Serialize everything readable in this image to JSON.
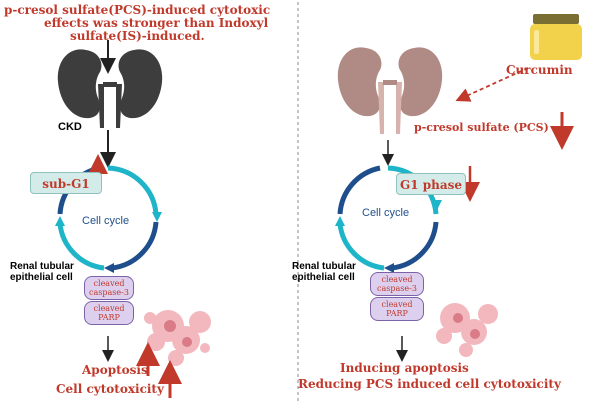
{
  "left": {
    "heading_line1": "p-cresol sulfate(PCS)-induced cytotoxic",
    "heading_line2": "effects was stronger than Indoxyl",
    "heading_line3": "sulfate(IS)-induced.",
    "ckd_label": "CKD",
    "phase_label": "sub-G1",
    "cycle_label": "Cell cycle",
    "cell_label_line1": "Renal tubular",
    "cell_label_line2": "epithelial cell",
    "caspase_line1": "cleaved",
    "caspase_line2": "caspase-3",
    "parp_line1": "cleaved",
    "parp_line2": "PARP",
    "outcome_line1": "Apoptosis",
    "outcome_line2": "Cell cytotoxicity"
  },
  "right": {
    "drug_label": "Curcumin",
    "pcs_label": "p-cresol sulfate (PCS)",
    "phase_label": "G1 phase",
    "cycle_label": "Cell cycle",
    "cell_label_line1": "Renal tubular",
    "cell_label_line2": "epithelial cell",
    "caspase_line1": "cleaved",
    "caspase_line2": "caspase-3",
    "parp_line1": "cleaved",
    "parp_line2": "PARP",
    "outcome_line1": "Inducing apoptosis",
    "outcome_line2": "Reducing PCS induced cell cytotoxicity"
  },
  "colors": {
    "red_text": "#c0392b",
    "kidney_left": "#3d3d3d",
    "kidney_right": "#b08a84",
    "cycle_light": "#1fb5c9",
    "cycle_dark": "#1f4e8c",
    "phase_box": "#d4ece9",
    "protein_box": "#ddd0ee",
    "cell_pink": "#f2b8be",
    "curcumin_lid": "#7a6e33",
    "curcumin_body": "#f2d24a"
  }
}
